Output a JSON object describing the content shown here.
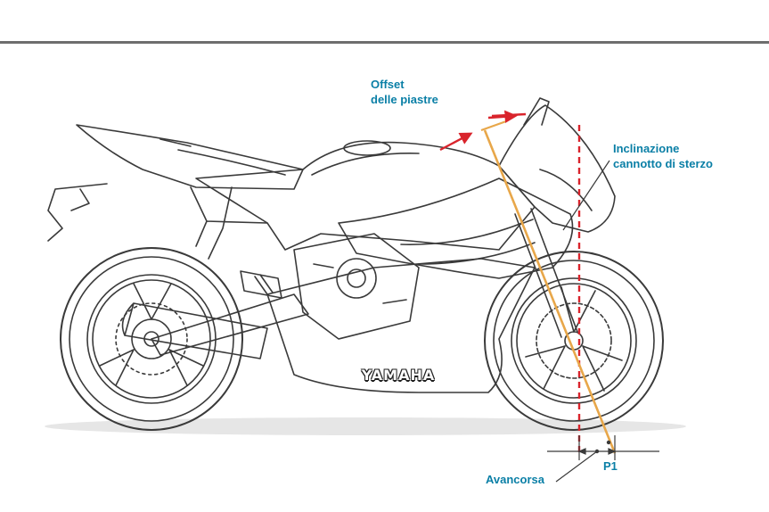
{
  "colors": {
    "label_blue": "#0a7fa6",
    "steering_axis_orange": "#e8a74a",
    "vertical_red": "#d9242c",
    "sketch_line": "#3a3a3a",
    "top_rule": "#6e6e6e"
  },
  "labels": {
    "offset": "Offset\ndelle piastre",
    "inclination": "Inclinazione\ncannotto di sterzo",
    "trail": "Avancorsa",
    "p1": "P1"
  },
  "brand": "YAMAHA"
}
